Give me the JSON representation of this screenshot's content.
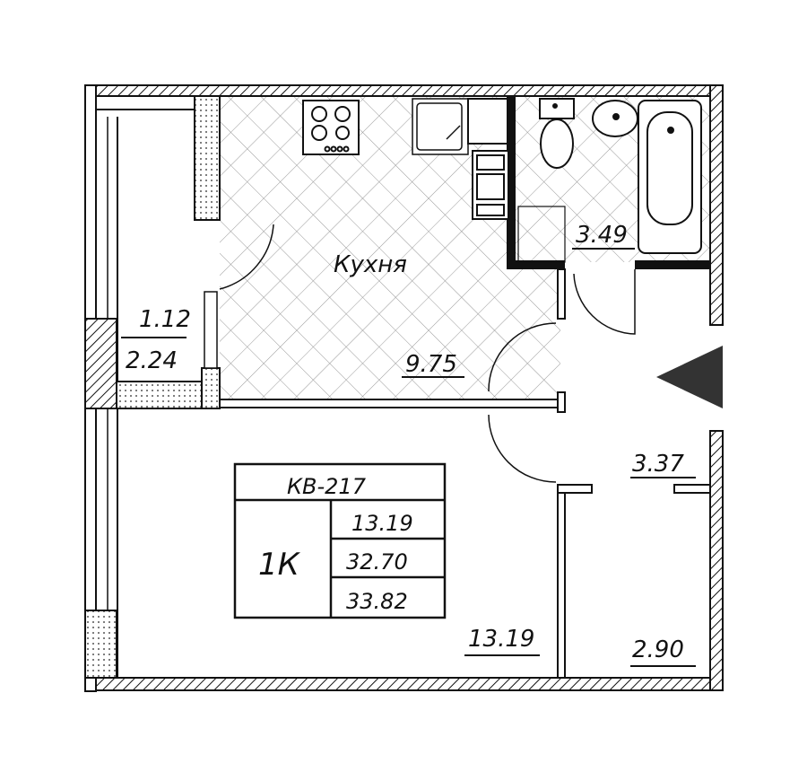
{
  "apartment": {
    "number": "КВ-217",
    "type": "1К",
    "living_area": "13.19",
    "total_area": "32.70",
    "total_area_with_balcony": "33.82"
  },
  "rooms": {
    "kitchen_name": "Кухня",
    "kitchen_area": "9.75",
    "balcony_area_reduced": "1.12",
    "balcony_area": "2.24",
    "bathroom_area": "3.49",
    "hall_area": "3.37",
    "living_room_area": "13.19",
    "closet_area": "2.90"
  },
  "colors": {
    "wall": "#111111",
    "entrance_arrow": "#333333"
  }
}
